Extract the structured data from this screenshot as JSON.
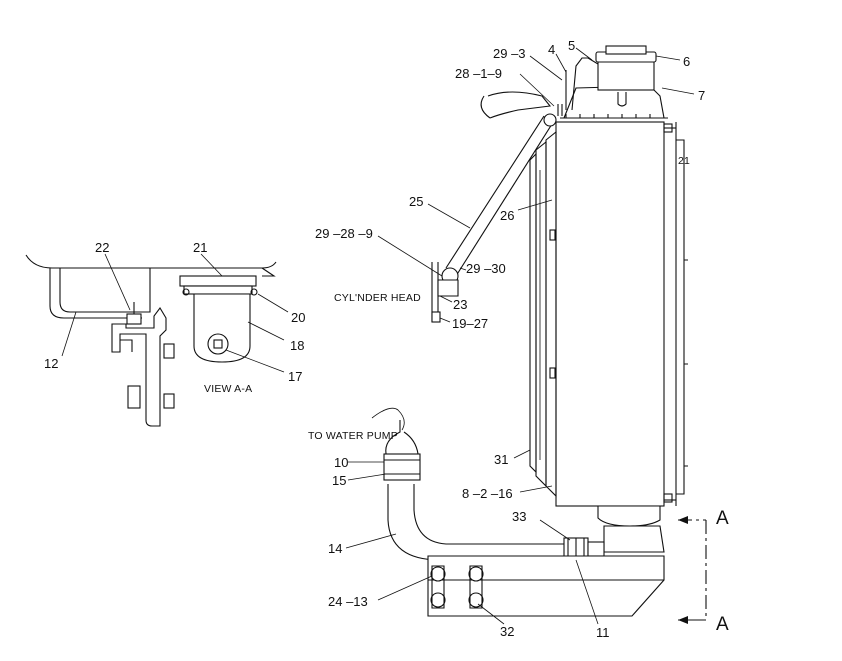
{
  "labels": {
    "view": "VIEW  A-A",
    "cylinder_head": "CYL'NDER HEAD",
    "water_pump": "TO WATER PUMP",
    "section_top": "A",
    "section_bottom": "A"
  },
  "callouts": [
    {
      "id": "c5",
      "text": "5"
    },
    {
      "id": "c4",
      "text": "4"
    },
    {
      "id": "c29_3",
      "text": "29 –3"
    },
    {
      "id": "c6",
      "text": "6"
    },
    {
      "id": "c28_1_9",
      "text": "28 –1–9"
    },
    {
      "id": "c7",
      "text": "7"
    },
    {
      "id": "c21_side",
      "text": "21"
    },
    {
      "id": "c25",
      "text": "25"
    },
    {
      "id": "c26",
      "text": "26"
    },
    {
      "id": "c29_28_9",
      "text": "29 –28 –9"
    },
    {
      "id": "c29_30",
      "text": "29 –30"
    },
    {
      "id": "c23",
      "text": "23"
    },
    {
      "id": "c19_27",
      "text": "19–27"
    },
    {
      "id": "c22",
      "text": "22"
    },
    {
      "id": "c21",
      "text": "21"
    },
    {
      "id": "c20",
      "text": "20"
    },
    {
      "id": "c18",
      "text": "18"
    },
    {
      "id": "c12",
      "text": "12"
    },
    {
      "id": "c17",
      "text": "17"
    },
    {
      "id": "c10",
      "text": "10"
    },
    {
      "id": "c15",
      "text": "15"
    },
    {
      "id": "c31",
      "text": "31"
    },
    {
      "id": "c8_2_16",
      "text": "8 –2 –16"
    },
    {
      "id": "c33",
      "text": "33"
    },
    {
      "id": "c14",
      "text": "14"
    },
    {
      "id": "c24_13",
      "text": "24 –13"
    },
    {
      "id": "c32",
      "text": "32"
    },
    {
      "id": "c11",
      "text": "11"
    }
  ]
}
